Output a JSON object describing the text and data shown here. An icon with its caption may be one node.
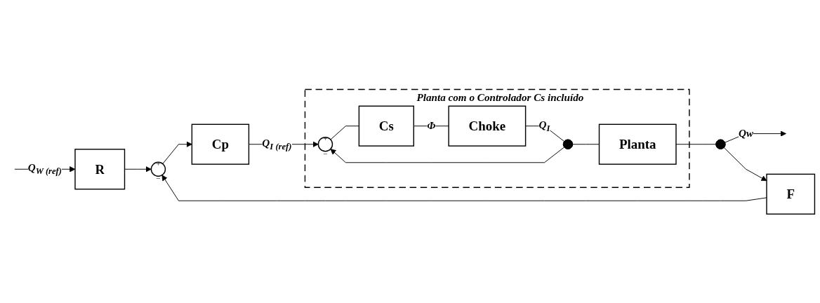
{
  "diagram": {
    "nodes": [
      {
        "text": [
          "R"
        ]
      },
      {
        "text": [
          "+",
          "_"
        ]
      },
      {
        "text": [
          "Cp"
        ]
      },
      {
        "text": [
          "Planta com o Controlador Cs incluído"
        ]
      },
      {
        "text": [
          "+",
          "_"
        ],
        "in": 3
      },
      {
        "text": [
          "Cs"
        ],
        "in": 3
      },
      {
        "text": [
          "Choke"
        ],
        "in": 3
      },
      {
        "text": [],
        "shape": "circle",
        "in": 3
      },
      {
        "text": [
          "Planta"
        ],
        "in": 3
      },
      {
        "text": [],
        "shape": "circle"
      },
      {
        "text": [
          "F"
        ]
      }
    ],
    "edges": [
      {
        "from": null,
        "to": 0,
        "arrow": "to",
        "label": "Q$_{W (ref)}$"
      },
      {
        "from": 0,
        "to": 1,
        "arrow": "to"
      },
      {
        "from": 1,
        "to": 2,
        "arrow": "to"
      },
      {
        "from": 2,
        "to": 4,
        "arrow": "to",
        "label": "Q$_{I (ref)}$"
      },
      {
        "from": 4,
        "to": 5,
        "arrow": "none"
      },
      {
        "from": 5,
        "to": 6,
        "arrow": "none",
        "label": "Φ"
      },
      {
        "from": 6,
        "to": 7,
        "arrow": "none",
        "label": "Q$_{I}$"
      },
      {
        "from": 7,
        "to": 8,
        "arrow": "none"
      },
      {
        "from": 7,
        "to": 4,
        "arrow": "to"
      },
      {
        "from": 8,
        "to": 9,
        "arrow": "none"
      },
      {
        "from": 9,
        "to": null,
        "arrow": "to",
        "label": "Qw"
      },
      {
        "from": 9,
        "to": 10,
        "arrow": "to"
      },
      {
        "from": 10,
        "to": 1,
        "arrow": "to"
      }
    ]
  }
}
